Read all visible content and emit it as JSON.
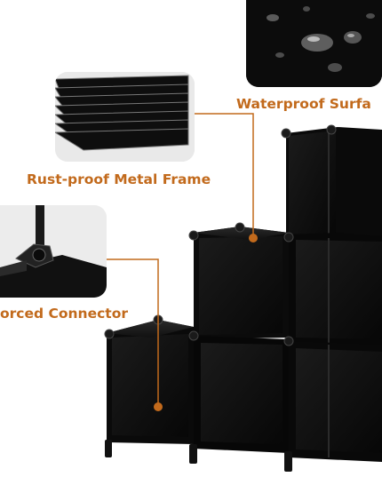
{
  "callouts": {
    "waterproof": "Waterproof Surfa",
    "rust_proof": "Rust-proof Metal Frame",
    "connector": "orced Connector"
  },
  "colors": {
    "accent": "#c26a1c",
    "cube_black": "#0d0d0d",
    "panel_gray": "#e9e9e9"
  },
  "icons": {
    "callout_dot": "orange-dot"
  }
}
